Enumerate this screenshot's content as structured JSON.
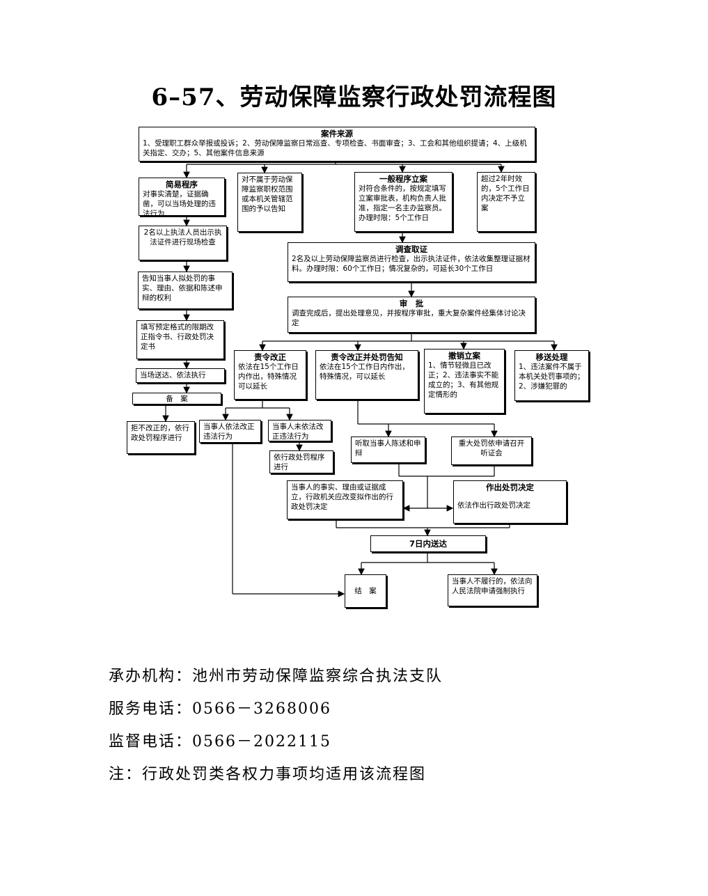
{
  "title": "6–57、劳动保障监察行政处罚流程图",
  "nodes": {
    "source": {
      "title": "案件来源",
      "text": "1、受理职工群众举报或投诉；2、劳动保障监察日常巡查、专项检查、书面审查；3、工会和其他组织提请；4、上级机关指定、交办；5、其他案件信息来源"
    },
    "simple": {
      "title": "简易程序",
      "text": "对事实清楚，证据确凿，可以当场处理的违法行为"
    },
    "not_in_scope": {
      "text": "对不属于劳动保障监察职权范围或本机关管辖范围的予以告知"
    },
    "general": {
      "title": "一般程序立案",
      "text": "对符合条件的，按规定填写立案审批表，机构负责人批准，指定一名主办监察员。办理时限：5个工作日"
    },
    "overdue": {
      "text": "超过2年时效的，5个工作日内决定不予立案"
    },
    "two_officers": {
      "text": "2名以上执法人员出示执法证件进行现场检查"
    },
    "investigate": {
      "title": "调查取证",
      "text": "2名及以上劳动保障监察员进行检查，出示执法证件，依法收集整理证据材料。办理时限：60个工作日；情况复杂的，可延长30个工作日"
    },
    "inform_rights": {
      "text": "告知当事人拟处罚的事实、理由、依据和陈述申辩的权利"
    },
    "review": {
      "title": "审　批",
      "text": "调查完成后，提出处理意见，并按程序审批，重大复杂案件经集体讨论决定"
    },
    "fill_form": {
      "text": "填写预定格式的限期改正指令书、行政处罚决定书"
    },
    "order_correct": {
      "title": "责令改正",
      "text": "依法在15个工作日内作出，特殊情况可以延长"
    },
    "order_penalty": {
      "title": "责令改正并处罚告知",
      "text": "依法在15个工作日内作出，特殊情况，可以延长"
    },
    "revoke": {
      "title": "撤销立案",
      "text": "1、情节轻微且已改正；2、违法事实不能成立的；3、有其他规定情形的"
    },
    "transfer": {
      "title": "移送处理",
      "text": "1、违法案件不属于本机关处罚事项的；2、涉嫌犯罪的"
    },
    "deliver_onsite": {
      "text": "当场送达、依法执行"
    },
    "archive": {
      "text": "备　案"
    },
    "refuse": {
      "text": "拒不改正的，依行政处罚程序进行"
    },
    "corrected": {
      "text": "当事人依法改正违法行为"
    },
    "not_corrected": {
      "text": "当事人未依法改正违法行为"
    },
    "hear_statement": {
      "text": "听取当事人陈述和申辩"
    },
    "hearing": {
      "text": "重大处罚依申请召开听证会"
    },
    "penalty_procedure": {
      "text": "依行政处罚程序进行"
    },
    "reconsider": {
      "text": "当事人的事实、理由或证据成立，行政机关应改变拟作出的行政处罚决定"
    },
    "decision": {
      "title": "作出处罚决定",
      "text": "依法作出行政处罚决定"
    },
    "deliver7": {
      "text": "7日内送达"
    },
    "close": {
      "text": "结　案"
    },
    "enforce": {
      "text": "当事人不履行的，依法向人民法院申请强制执行"
    }
  },
  "footer": {
    "agency": "承办机构：池州市劳动保障监察综合执法支队",
    "service_phone": "服务电话：0566－3268006",
    "supervision_phone": "监督电话：0566－2022115",
    "note": "注：行政处罚类各权力事项均适用该流程图"
  }
}
